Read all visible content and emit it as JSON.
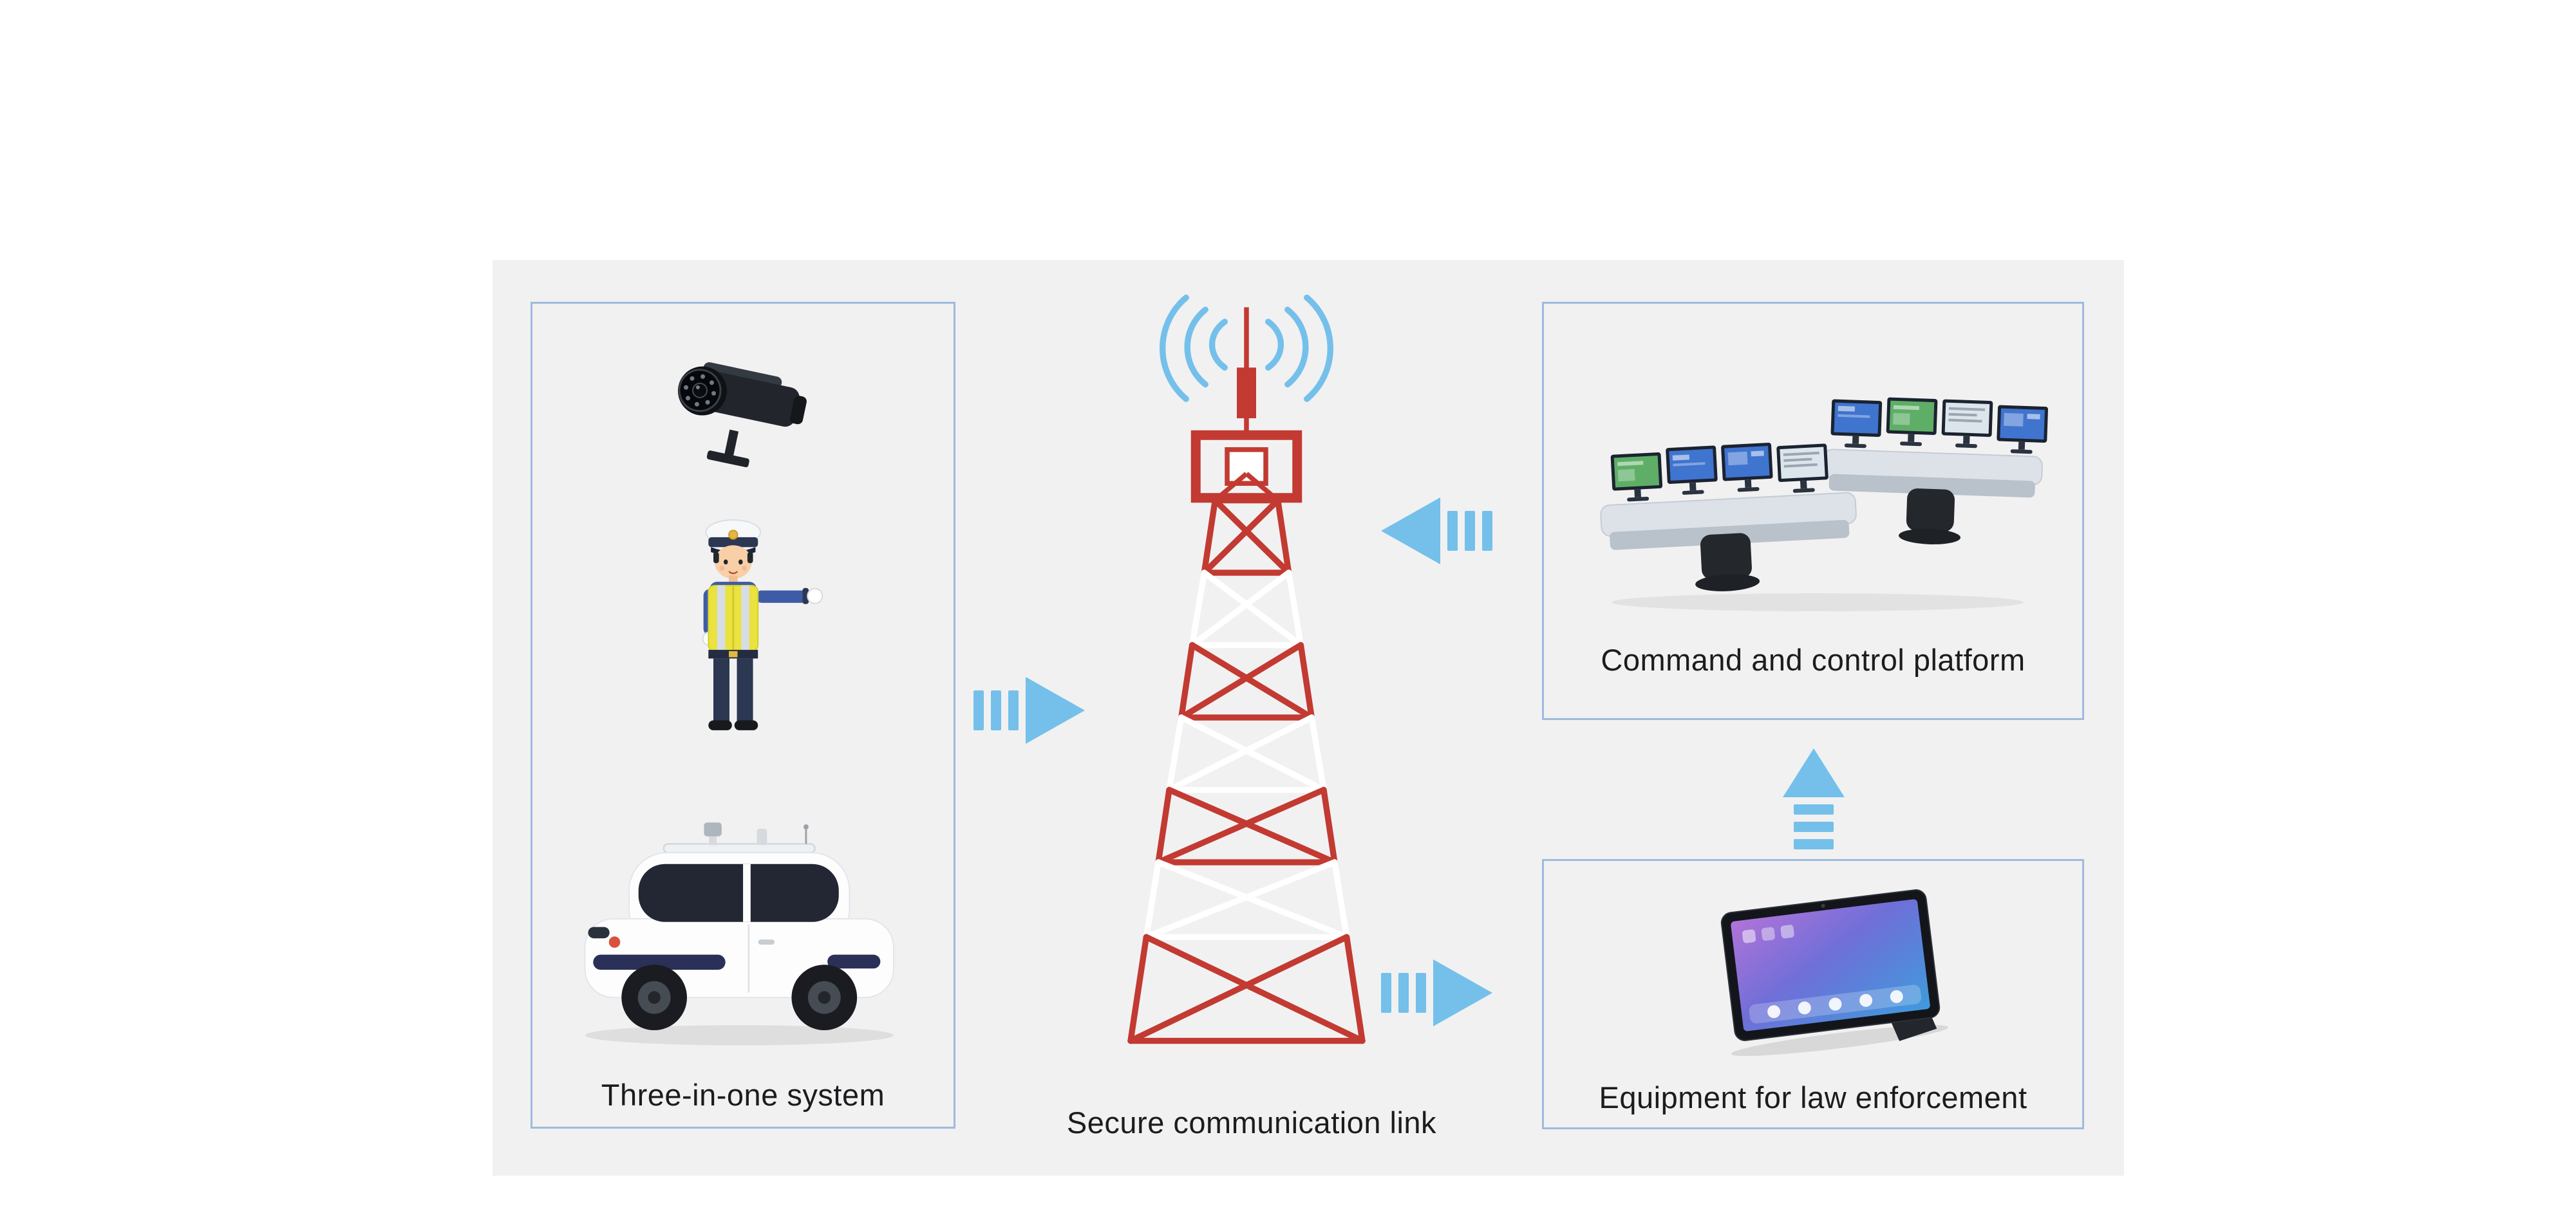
{
  "figure": {
    "colors": {
      "panel_bg": "#f1f1f2",
      "accent": "#74c0ea",
      "tower_red": "#c23a31",
      "box_border": "#9fbadd"
    },
    "left_box": {
      "label": "Three-in-one system",
      "icons": [
        "cctv-camera",
        "traffic-officer",
        "patrol-vehicle"
      ]
    },
    "tower": {
      "label": "Secure communication link",
      "icons": [
        "radio-tower",
        "radio-waves"
      ]
    },
    "command_box": {
      "label": "Command and control platform",
      "icons": [
        "control-room-workstations"
      ]
    },
    "equipment_box": {
      "label": "Equipment for law enforcement",
      "icons": [
        "law-enforcement-tablet"
      ]
    },
    "arrows": [
      {
        "name": "sensors-to-tower",
        "direction": "right"
      },
      {
        "name": "platform-to-tower",
        "direction": "left"
      },
      {
        "name": "tower-to-equipment",
        "direction": "right"
      },
      {
        "name": "equipment-to-platform",
        "direction": "up"
      }
    ]
  }
}
